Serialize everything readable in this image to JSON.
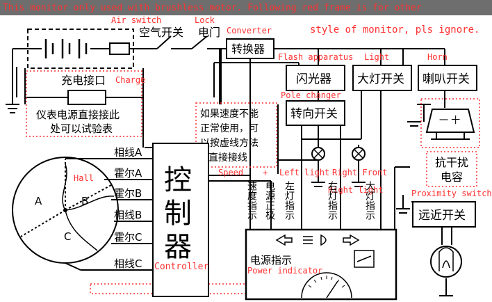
{
  "colors": {
    "annotation": "#ff3030",
    "line": "#000000",
    "banner_bg": "#6e6e6e"
  },
  "banner": {
    "line1": "This monitor only used with brushless motor. Following red frame is for other",
    "line2": "style of monitor, pls ignore."
  },
  "labels": {
    "air_switch_en": "Air switch",
    "lock_en": "Lock",
    "air_switch_cn": "空气开关",
    "lock_cn": "电门",
    "converter_en": "Converter",
    "converter_cn": "转换器",
    "charge_cn": "充电接口",
    "charge_en": "Charge",
    "test_note_line1": "仪表电源直接接此",
    "test_note_line2": "处可以试验表",
    "flash_en": "Flash apparatus",
    "light_en": "Light",
    "horn_en": "Horn",
    "flash_cn": "闪光器",
    "light_cn": "大灯开关",
    "horn_cn": "喇叭开关",
    "pole_en": "Pole changer",
    "pole_cn": "转向开关",
    "speed_note_line1": "如果速度不能",
    "speed_note_line2": "正常使用，可",
    "speed_note_line3": "以按虚线方法",
    "speed_note_line4": "直接接线",
    "phase_a": "相线A",
    "hall_a": "霍尔A",
    "hall_b": "霍尔B",
    "phase_b": "相线B",
    "hall_c": "霍尔C",
    "phase_c": "相线C",
    "hall_en": "Hall",
    "motor_a": "A",
    "motor_b": "B",
    "motor_c": "C",
    "controller_cn_1": "控",
    "controller_cn_2": "制",
    "controller_cn_3": "器",
    "controller_en": "Controller",
    "speed_en": "Speed",
    "plus": "+",
    "left_light_en": "Left light",
    "right_front_en": "Right Front",
    "right_light_en": "Right light",
    "speed_ind_cn": "速度指示",
    "power_pos_cn": "电源正极",
    "left_ind_cn": "左灯指示",
    "right_ind_cn": "右灯指示",
    "head_ind_cn": "大灯指示",
    "anti_cn_1": "抗干扰",
    "anti_cn_2": "电容",
    "proximity_en": "Proximity switch",
    "proximity_cn": "远近开关",
    "power_ind_cn": "电源指示",
    "power_ind_en": "Power indicator",
    "horn_symbol": "一 十"
  }
}
